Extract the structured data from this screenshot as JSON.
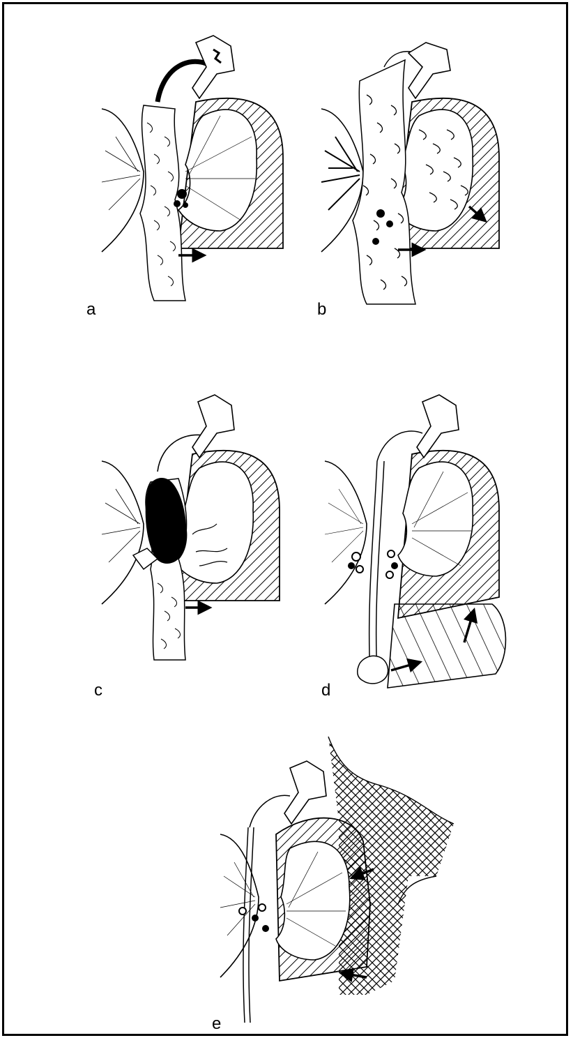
{
  "panels": [
    {
      "id": "a",
      "label": "a"
    },
    {
      "id": "b",
      "label": "b"
    },
    {
      "id": "c",
      "label": "c"
    },
    {
      "id": "d",
      "label": "d"
    },
    {
      "id": "e",
      "label": "e"
    }
  ],
  "colors": {
    "ink": "#000000",
    "paper": "#ffffff"
  }
}
